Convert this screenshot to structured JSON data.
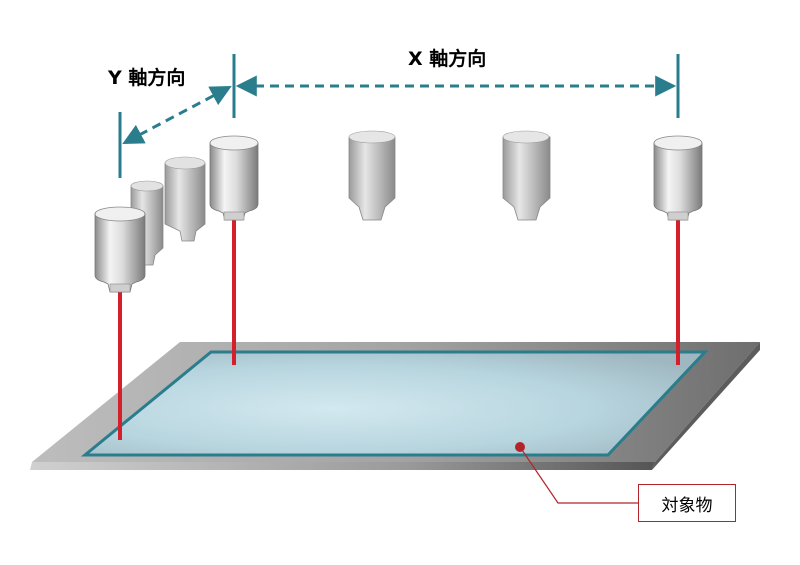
{
  "labels": {
    "y_axis": "Y 軸方向",
    "x_axis": "X 軸方向",
    "target": "対象物"
  },
  "colors": {
    "axis": "#2a7d8c",
    "laser": "#d4202a",
    "leader": "#b3242a",
    "table_edge": "#2a7d8c",
    "table_surface": "#b9d8e2",
    "plate": "#8f8f8f"
  }
}
